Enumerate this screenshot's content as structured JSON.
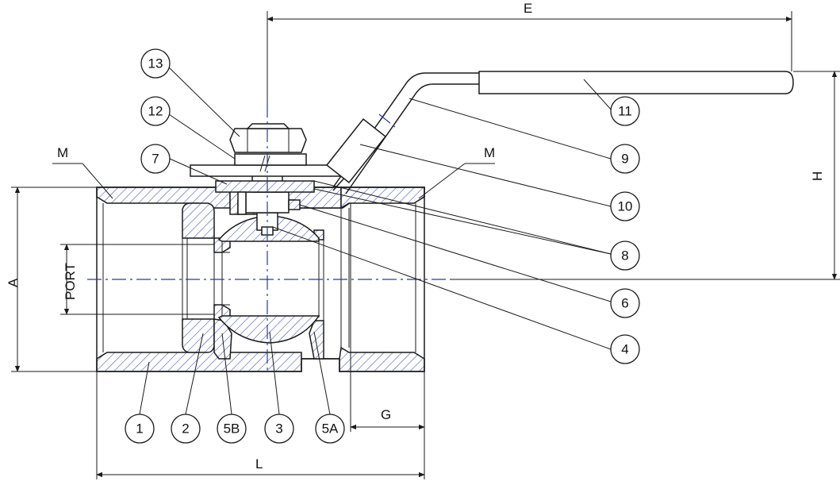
{
  "drawing": {
    "dimensions": {
      "E": "E",
      "H": "H",
      "A": "A",
      "PORT": "PORT",
      "L": "L",
      "G": "G",
      "M_left": "M",
      "M_right": "M"
    },
    "balloons": [
      "13",
      "12",
      "7",
      "1",
      "2",
      "5B",
      "3",
      "5A",
      "11",
      "9",
      "10",
      "8",
      "6",
      "4"
    ],
    "colors": {
      "line": "#1a1a1a",
      "centerline": "#2b3a9a",
      "hatch": "#4a5bb0"
    }
  }
}
